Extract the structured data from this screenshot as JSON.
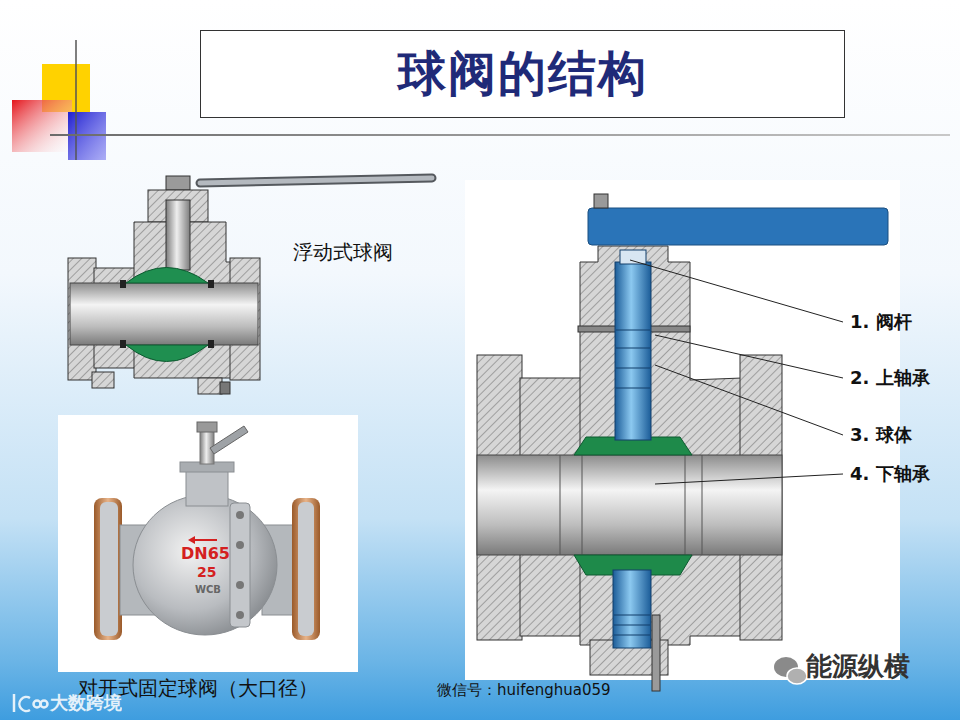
{
  "diagram": {
    "title": "球阀的结构",
    "labels": [
      "浮动式球阀",
      "1. 阀杆",
      "2. 上轴承",
      "3. 球体",
      "4. 下轴承",
      "DN65",
      "25",
      "WCB",
      "对开式固定球阀（大口径）",
      "微信号：huifenghua059",
      "能源纵横",
      "大数跨境"
    ]
  }
}
